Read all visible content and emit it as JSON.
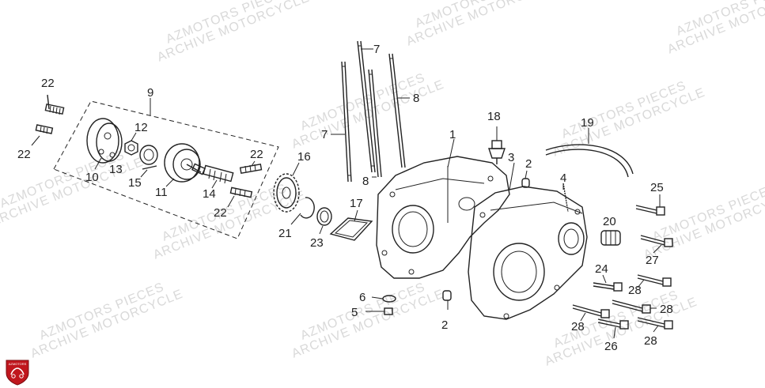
{
  "watermark": {
    "line1": "AZMOTORS PIECES",
    "line2": "ARCHIVE MOTORCYCLE"
  },
  "logo_text": "AZMOTORS",
  "callouts": {
    "c1": "1",
    "c2a": "2",
    "c2b": "2",
    "c3": "3",
    "c4": "4",
    "c5": "5",
    "c6": "6",
    "c7a": "7",
    "c7b": "7",
    "c8a": "8",
    "c8b": "8",
    "c9": "9",
    "c10": "10",
    "c11": "11",
    "c12": "12",
    "c13": "13",
    "c14": "14",
    "c15": "15",
    "c16": "16",
    "c17": "17",
    "c18": "18",
    "c19": "19",
    "c20": "20",
    "c21": "21",
    "c22a": "22",
    "c22b": "22",
    "c22c": "22",
    "c22d": "22",
    "c23": "23",
    "c24": "24",
    "c25": "25",
    "c26": "26",
    "c27": "27",
    "c28a": "28",
    "c28b": "28",
    "c28c": "28",
    "c28d": "28"
  },
  "colors": {
    "line": "#222222",
    "watermark": "#d9d9d9",
    "logo": "#c0161d"
  }
}
